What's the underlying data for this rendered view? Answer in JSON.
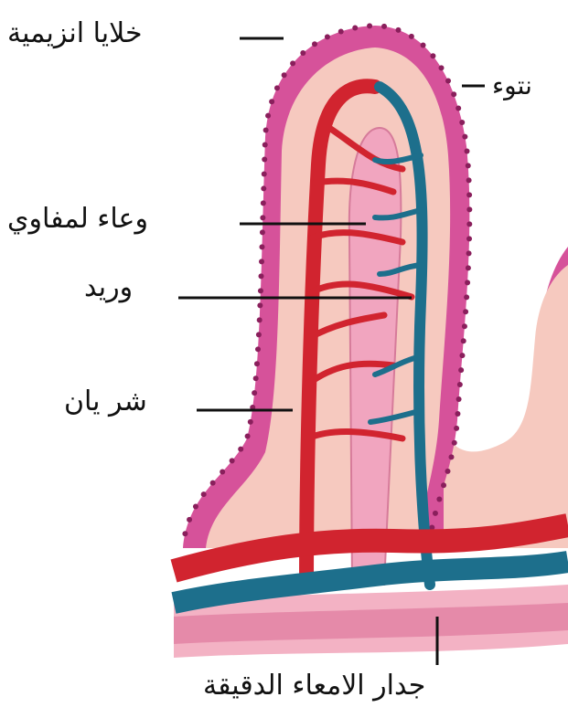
{
  "labels": {
    "enzyme_cells": "خلايا انزيمية",
    "villus": "نتوء",
    "lacteal": "وعاء لمفاوي",
    "vein": "وريد",
    "artery": "شر يان",
    "intestine_wall": "جدار الامعاء الدقيقة"
  },
  "colors": {
    "epithelium": "#d6529a",
    "cell_dot": "#8a1f5c",
    "tissue": "#f6c9bf",
    "artery": "#d1242f",
    "vein": "#1d6f8c",
    "lacteal": "#f1a5bf",
    "label_text": "#111111"
  }
}
